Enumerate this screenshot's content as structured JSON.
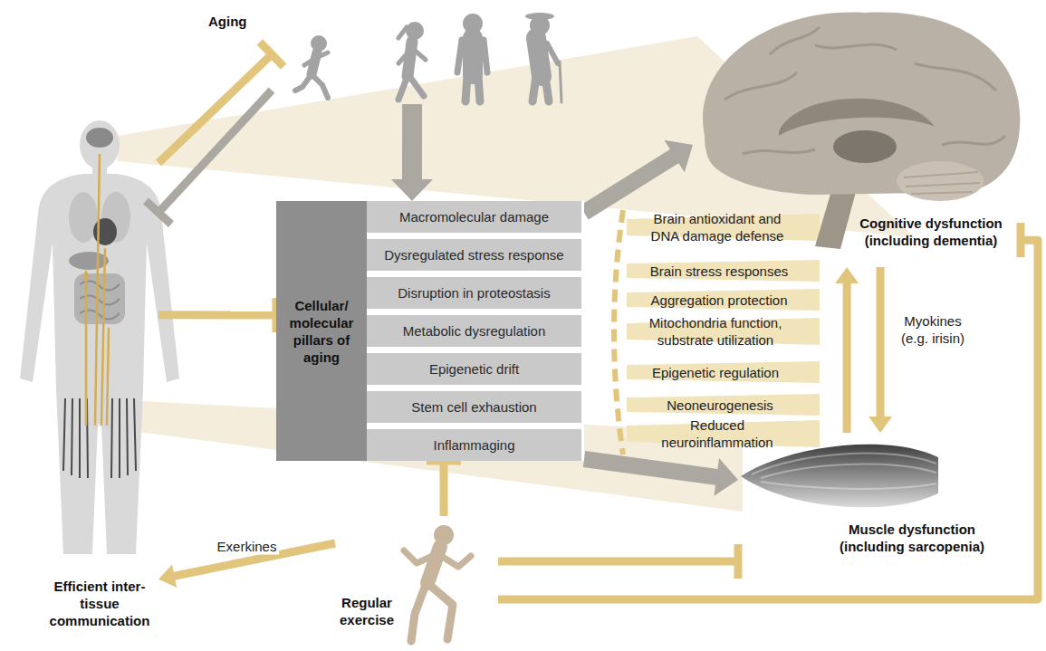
{
  "diagram": {
    "nodes": [
      {
        "text": [
          "Aging"
        ]
      },
      {
        "text": [
          "Cellular/ molecular pillars of aging"
        ]
      },
      {
        "text": [
          "Macromolecular damage"
        ],
        "in": 1
      },
      {
        "text": [
          "Dysregulated stress response"
        ],
        "in": 1
      },
      {
        "text": [
          "Disruption in proteostasis"
        ],
        "in": 1
      },
      {
        "text": [
          "Metabolic dysregulation"
        ],
        "in": 1
      },
      {
        "text": [
          "Epigenetic drift"
        ],
        "in": 1
      },
      {
        "text": [
          "Stem cell exhaustion"
        ],
        "in": 1
      },
      {
        "text": [
          "Inflammaging"
        ],
        "in": 1
      },
      {
        "text": [
          "Cognitive dysfunction (including dementia)"
        ]
      },
      {
        "text": [
          "Muscle dysfunction (including sarcopenia)"
        ]
      },
      {
        "text": [
          "Efficient inter-tissue communication"
        ]
      },
      {
        "text": [
          "Regular exercise"
        ]
      }
    ],
    "edges": [
      {
        "from": 0,
        "to": 1,
        "arrow": "to"
      },
      {
        "from": 11,
        "to": 0,
        "arrow": "to"
      },
      {
        "from": 0,
        "to": 11,
        "arrow": "to"
      },
      {
        "from": 1,
        "to": 9,
        "arrow": "to"
      },
      {
        "from": 1,
        "to": 10,
        "arrow": "to"
      },
      {
        "from": 10,
        "to": 9,
        "arrow": "to"
      },
      {
        "from": 9,
        "to": 10,
        "arrow": "to"
      },
      {
        "from": 11,
        "to": 1,
        "arrow": "to"
      },
      {
        "from": 12,
        "to": 1,
        "arrow": "to"
      },
      {
        "from": 12,
        "to": 11,
        "label": "Exerkines",
        "arrow": "to"
      },
      {
        "from": 12,
        "to": 10,
        "arrow": "to"
      },
      {
        "from": 12,
        "to": 9,
        "arrow": "to"
      }
    ],
    "labels": [
      "Brain antioxidant and DNA damage defense",
      "Brain stress responses",
      "Aggregation protection",
      "Mitochondria function, substrate utilization",
      "Epigenetic regulation",
      "Neoneurogenesis",
      "Reduced neuroinflammation",
      "Myokines (e.g. irisin)"
    ]
  }
}
